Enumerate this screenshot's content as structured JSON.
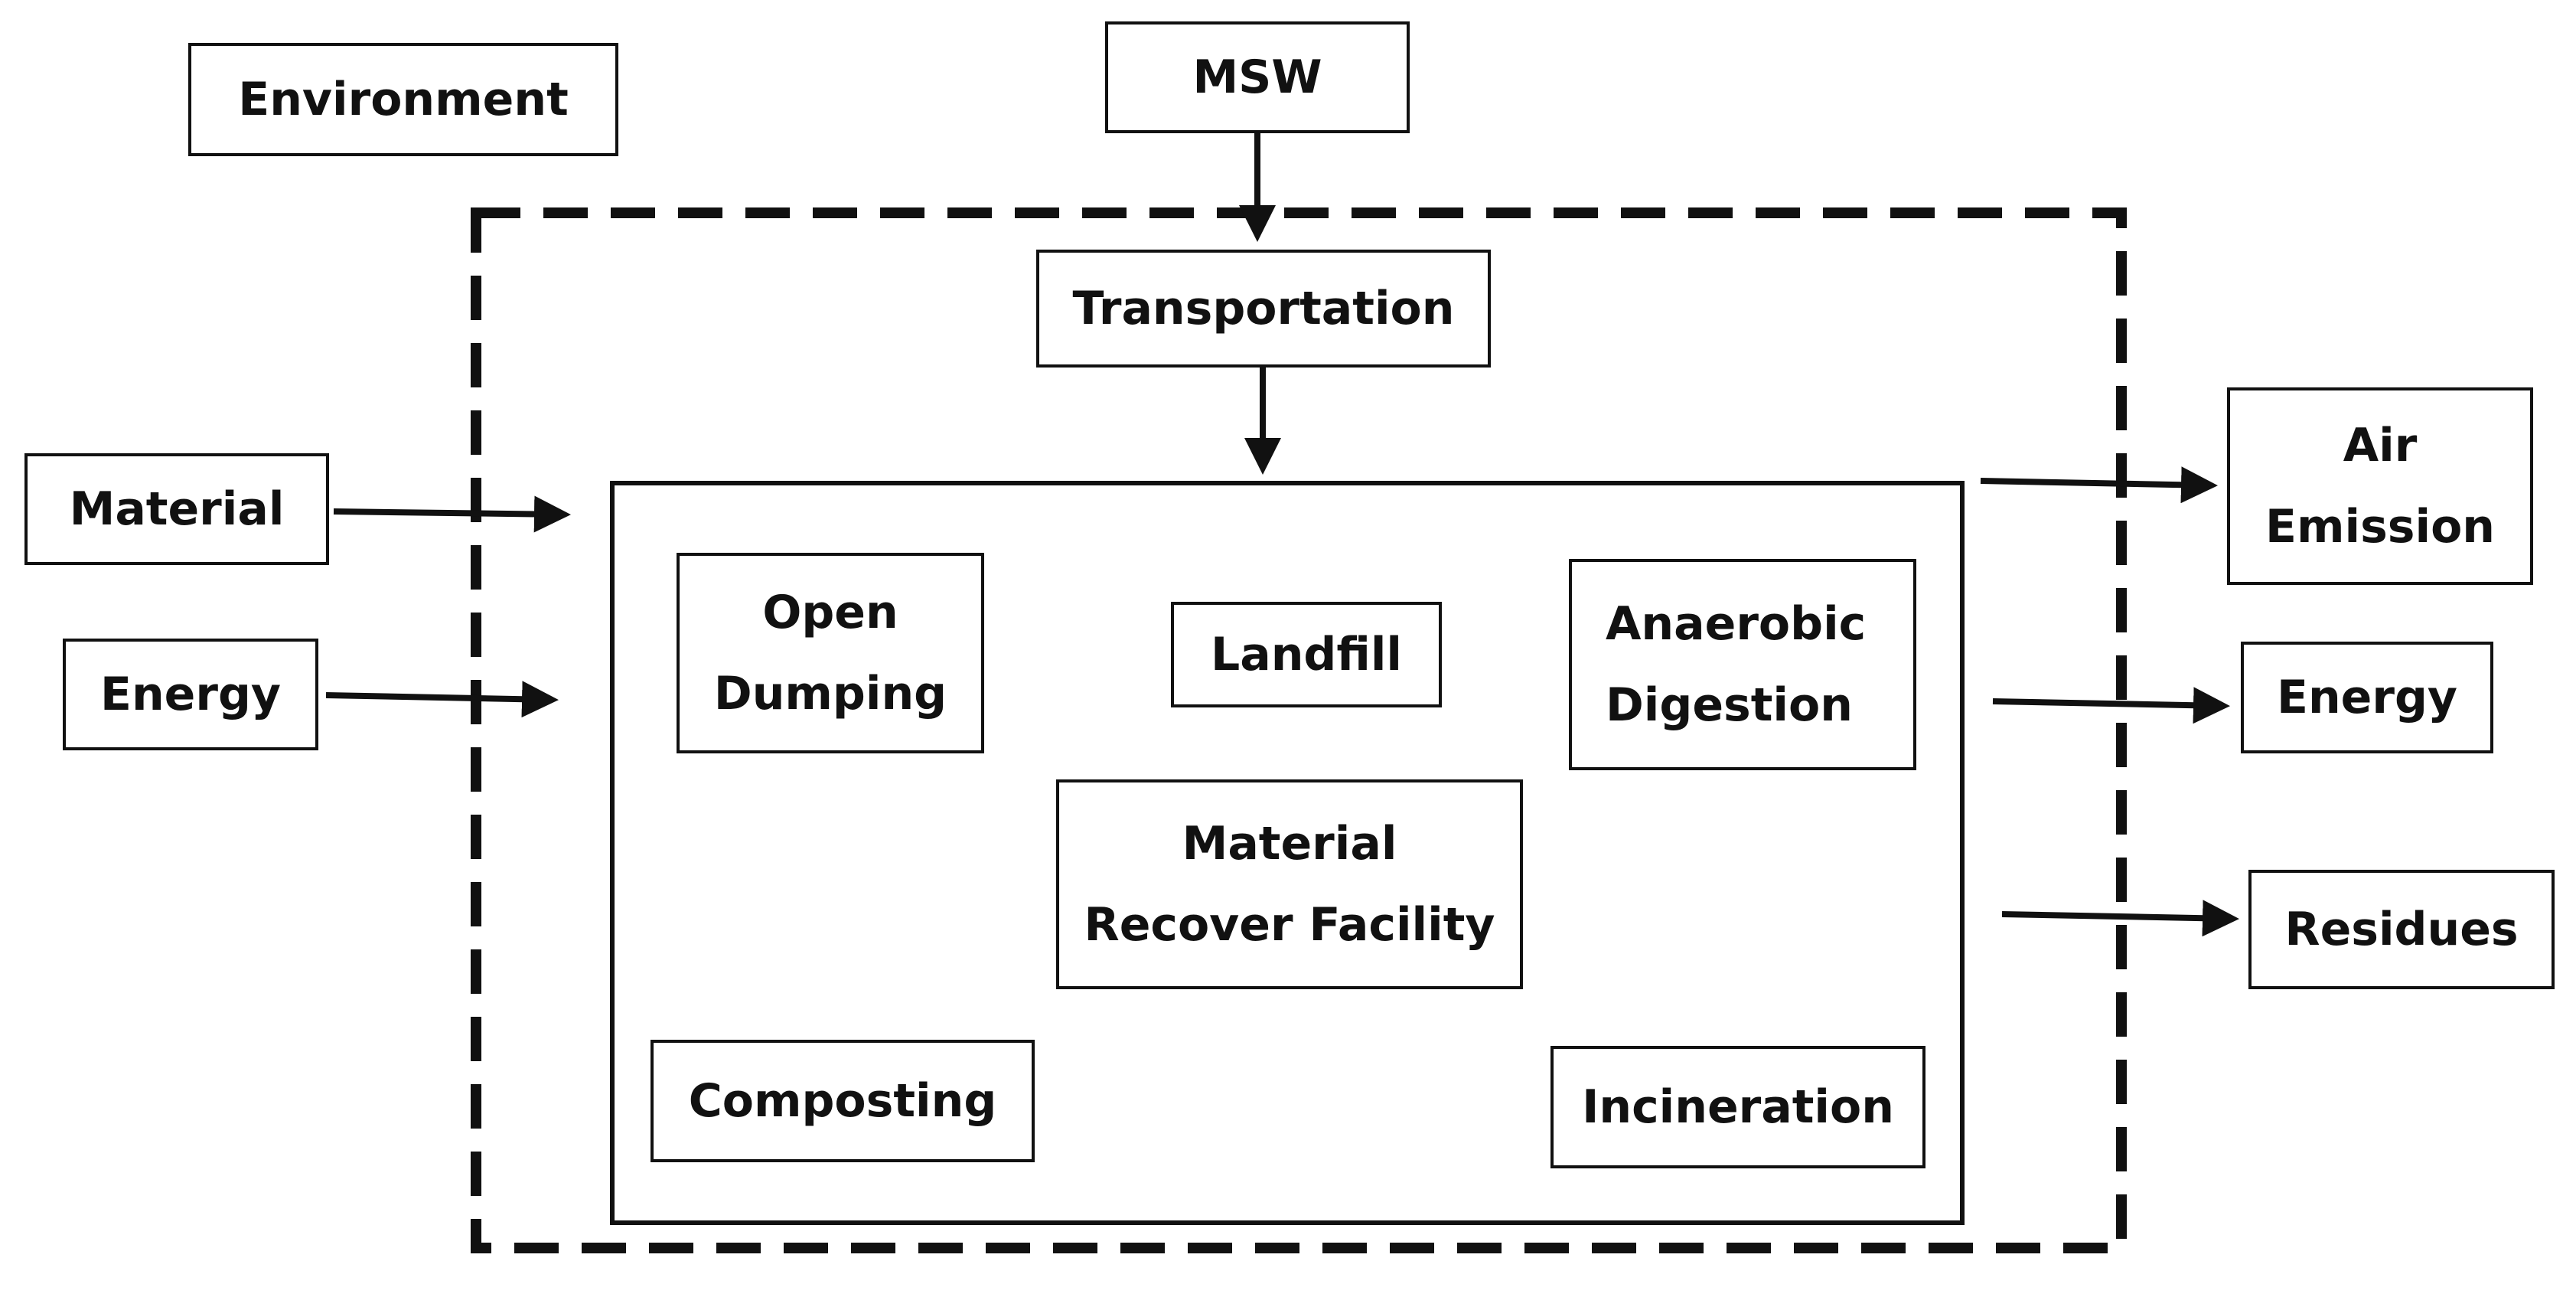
{
  "diagram": {
    "environment": "Environment",
    "msw": "MSW",
    "transportation": "Transportation",
    "inputs": {
      "material": "Material",
      "energy": "Energy"
    },
    "processes": {
      "open_dumping": [
        "Open",
        "Dumping"
      ],
      "landfill": "Landfill",
      "anaerobic_digestion": [
        "Anaerobic",
        "Digestion"
      ],
      "material_recovery": [
        "Material",
        "Recover Facility"
      ],
      "composting": "Composting",
      "incineration": "Incineration"
    },
    "outputs": {
      "air_emission": [
        "Air",
        "Emission"
      ],
      "energy": "Energy",
      "residues": "Residues"
    }
  }
}
